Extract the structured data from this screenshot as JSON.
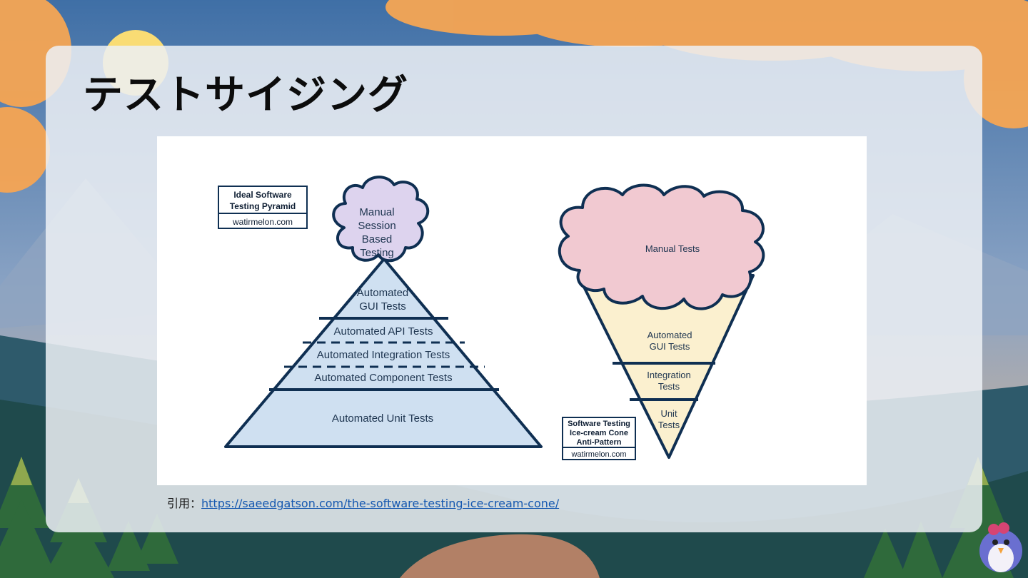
{
  "slide": {
    "title": "テストサイジング",
    "citation_prefix": "引用：",
    "citation_link": "https://saeedgatson.com/the-software-testing-ice-cream-cone/"
  },
  "colors": {
    "sky": "#3b6fa8",
    "sunset_orange": "#f6a14e",
    "card": "#ecf0f5",
    "pyramid_fill": "#cfe0f1",
    "cloud_purple": "#ddd3ee",
    "cloud_pink": "#f1c9d1",
    "cone_fill": "#fbf0cf",
    "outline": "#0f2f52",
    "link": "#1558b0"
  },
  "pyramid": {
    "box_line1": "Ideal Software",
    "box_line2": "Testing Pyramid",
    "box_source": "watirmelon.com",
    "cloud_lines": [
      "Manual",
      "Session",
      "Based",
      "Testing"
    ],
    "gui_line1": "Automated",
    "gui_line2": "GUI Tests",
    "api": "Automated API Tests",
    "integration": "Automated Integration Tests",
    "component": "Automated Component Tests",
    "unit": "Automated Unit Tests"
  },
  "cone": {
    "cloud": "Manual Tests",
    "gui_line1": "Automated",
    "gui_line2": "GUI Tests",
    "integration_line1": "Integration",
    "integration_line2": "Tests",
    "unit_line1": "Unit",
    "unit_line2": "Tests",
    "box_line1": "Software Testing",
    "box_line2": "Ice-cream Cone",
    "box_line3": "Anti-Pattern",
    "box_source": "watirmelon.com"
  }
}
